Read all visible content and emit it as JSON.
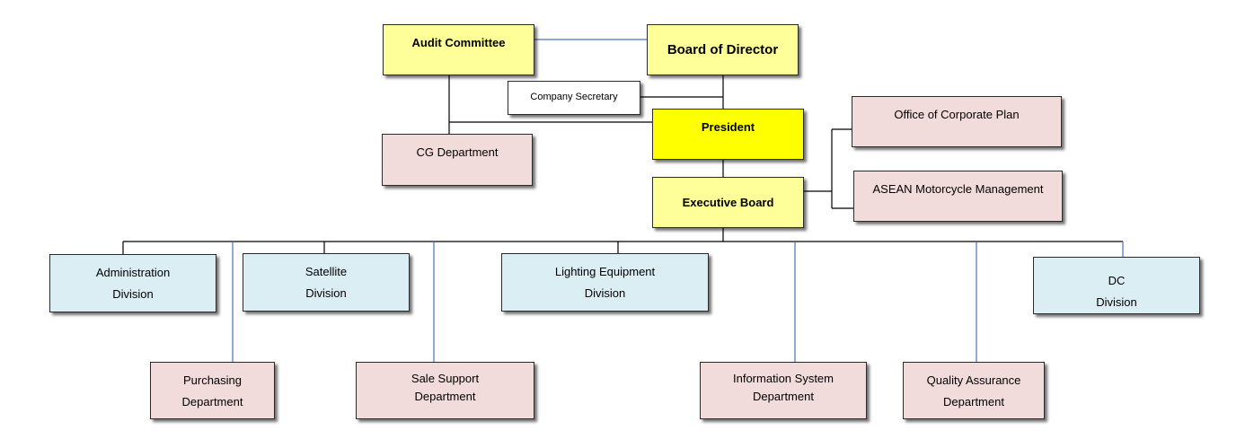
{
  "org_chart": {
    "audit_committee": "Audit Committee",
    "board_of_director": "Board of Director",
    "company_secretary": "Company Secretary",
    "president": "President",
    "cg_department": "CG Department",
    "executive_board": "Executive Board",
    "office_of_corporate_plan": "Office of Corporate Plan",
    "asean_motorcycle_management": "ASEAN Motorcycle Management",
    "divisions": {
      "administration": [
        "Administration",
        "Division"
      ],
      "satellite": [
        "Satellite",
        "Division"
      ],
      "lighting_equipment": [
        "Lighting Equipment",
        "Division"
      ],
      "dc": [
        "DC",
        "Division"
      ]
    },
    "departments": {
      "purchasing": [
        "Purchasing",
        "Department"
      ],
      "sale_support": [
        "Sale Support",
        "Department"
      ],
      "information_system": [
        "Information System",
        "Department"
      ],
      "quality_assurance": [
        "Quality Assurance",
        "Department"
      ]
    }
  },
  "colors": {
    "yellow_box": "#ffff99",
    "president_box": "#ffff00",
    "pink_box": "#f2dcdb",
    "blue_box": "#dbeef4",
    "black_line": "#000000",
    "blue_line": "#4472c4"
  }
}
